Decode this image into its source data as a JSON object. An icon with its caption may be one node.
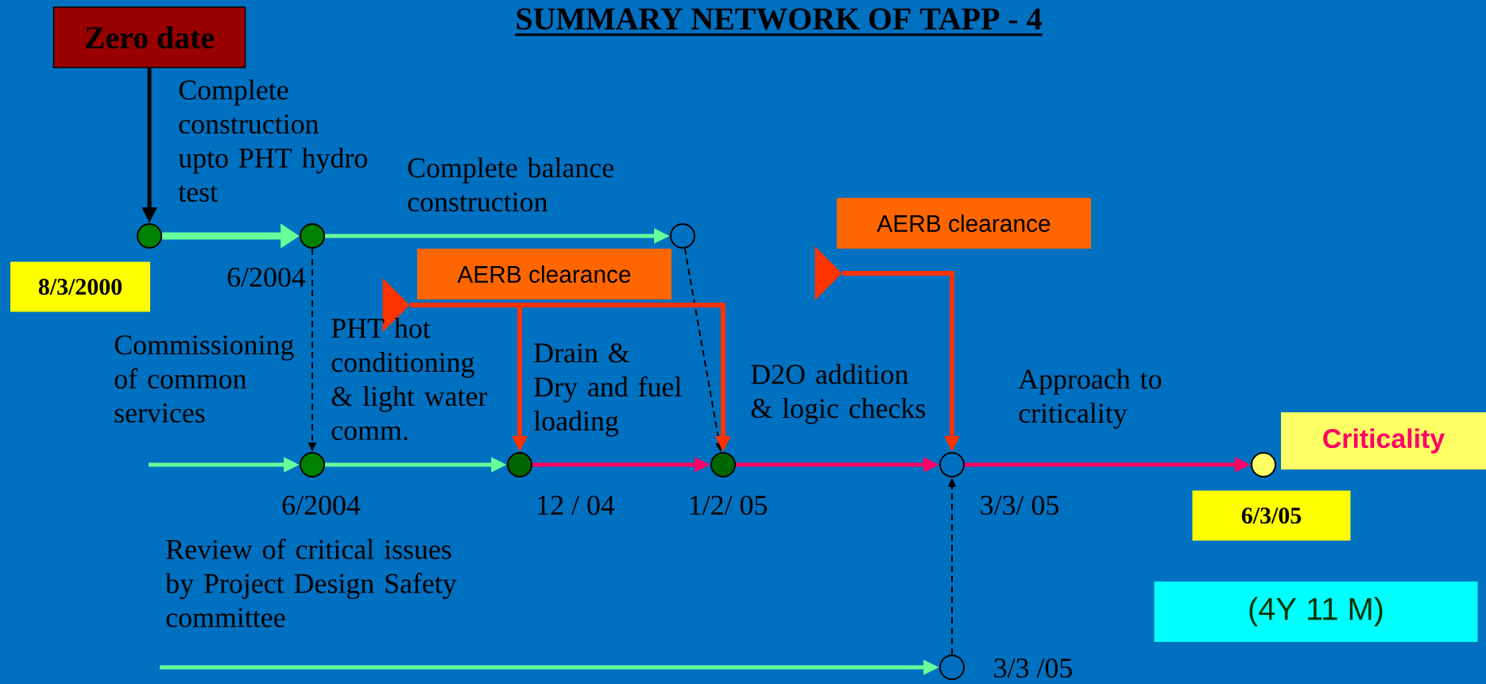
{
  "diagram": {
    "title": "SUMMARY NETWORK OF TAPP - 4",
    "nodes": [
      {
        "text": [
          "Zero date"
        ]
      },
      {
        "text": [],
        "shape": "circle"
      },
      {
        "text": [],
        "shape": "circle",
        "beside": [
          "6/2004"
        ]
      },
      {
        "text": [],
        "shape": "circle"
      },
      {
        "text": [
          "AERB clearance"
        ]
      },
      {
        "text": [
          "8/3/2000"
        ]
      },
      {
        "text": [
          "AERB clearance"
        ]
      },
      {
        "text": [],
        "shape": "triangle"
      },
      {
        "text": [],
        "shape": "triangle"
      },
      {
        "text": [],
        "shape": "circle",
        "beside": [
          "6/2004"
        ]
      },
      {
        "text": [],
        "shape": "circle",
        "beside": [
          "12 / 04"
        ]
      },
      {
        "text": [],
        "shape": "circle",
        "beside": [
          "1/2/ 05"
        ]
      },
      {
        "text": [],
        "shape": "circle",
        "beside": [
          "3/3/ 05"
        ]
      },
      {
        "text": [],
        "shape": "circle"
      },
      {
        "text": [
          "Criticality"
        ]
      },
      {
        "text": [
          "6/3/05"
        ]
      },
      {
        "text": [
          "(4Y 11 M)"
        ]
      },
      {
        "text": [],
        "shape": "circle",
        "beside": [
          "3/3 /05"
        ]
      }
    ],
    "edges": [
      {
        "from": 0,
        "to": 1,
        "arrow": "to",
        "color": "#000000"
      },
      {
        "from": 1,
        "to": 2,
        "arrow": "to",
        "label": "Complete construction upto PHT hydro test",
        "style": "thick"
      },
      {
        "from": 2,
        "to": 3,
        "arrow": "to",
        "label": "Complete balance construction"
      },
      {
        "from": 2,
        "to": 9,
        "arrow": "to",
        "style": "dashed",
        "color": "#000000"
      },
      {
        "from": 3,
        "to": 11,
        "arrow": "to",
        "style": "dashed",
        "color": "#000000"
      },
      {
        "from": null,
        "to": 9,
        "arrow": "to",
        "label": "Commissioning of common services"
      },
      {
        "from": 9,
        "to": 10,
        "arrow": "to",
        "label": "PHT hot conditioning & light water comm."
      },
      {
        "from": 7,
        "to": 10,
        "arrow": "to",
        "color": "#ff3300"
      },
      {
        "from": 7,
        "to": 11,
        "arrow": "to",
        "color": "#ff3300"
      },
      {
        "from": 8,
        "to": 12,
        "arrow": "to",
        "color": "#ff3300"
      },
      {
        "from": 10,
        "to": 11,
        "arrow": "to",
        "label": "Drain & Dry and fuel loading",
        "color": "#ff0066"
      },
      {
        "from": 11,
        "to": 12,
        "arrow": "to",
        "label": "D2O addition & logic checks",
        "color": "#ff0066"
      },
      {
        "from": 12,
        "to": 13,
        "arrow": "to",
        "label": "Approach to criticality",
        "color": "#ff0066"
      },
      {
        "from": null,
        "to": 17,
        "arrow": "to",
        "label": "Review of critical issues by Project Design Safety committee"
      },
      {
        "from": 17,
        "to": 12,
        "arrow": "to",
        "style": "dashed",
        "color": "#000000"
      }
    ]
  }
}
